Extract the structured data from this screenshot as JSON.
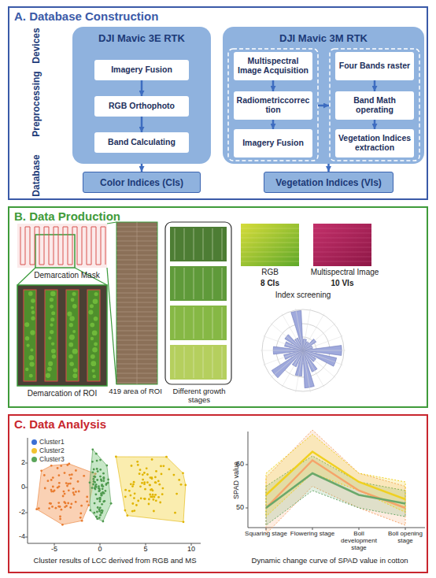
{
  "diagram": {
    "nodes": [
      {
        "text": [
          "A. Database Construction"
        ]
      },
      {
        "text": [
          "DJI Mavic 3E RTK"
        ],
        "in": 0
      },
      {
        "text": [
          "Imagery Fusion"
        ],
        "in": 1
      },
      {
        "text": [
          "RGB Orthophoto"
        ],
        "in": 1
      },
      {
        "text": [
          "Band Calculating"
        ],
        "in": 1
      },
      {
        "text": [
          "DJI Mavic 3M RTK"
        ],
        "in": 0
      },
      {
        "text": [
          "Multispectral Image Acquisition"
        ],
        "in": 5
      },
      {
        "text": [
          "Radiometriccorrection"
        ],
        "in": 5
      },
      {
        "text": [
          "Imagery Fusion"
        ],
        "in": 5
      },
      {
        "text": [
          "Four Bands raster"
        ],
        "in": 5
      },
      {
        "text": [
          "Band Math operating"
        ],
        "in": 5
      },
      {
        "text": [
          "Vegetation Indices extraction"
        ],
        "in": 5
      },
      {
        "text": [
          "Color Indices (CIs)"
        ],
        "in": 0
      },
      {
        "text": [
          "Vegetation Indices (VIs)"
        ],
        "in": 0
      },
      {
        "text": [
          "B. Data Production"
        ]
      },
      {
        "text": [
          "C. Data Analysis"
        ]
      }
    ],
    "edges": [
      {
        "from": 2,
        "to": 3,
        "arrow": "to"
      },
      {
        "from": 3,
        "to": 4,
        "arrow": "to"
      },
      {
        "from": 6,
        "to": 7,
        "arrow": "to"
      },
      {
        "from": 7,
        "to": 8,
        "arrow": "to"
      },
      {
        "from": 9,
        "to": 10,
        "arrow": "to"
      },
      {
        "from": 10,
        "to": 11,
        "arrow": "to"
      },
      {
        "from": 1,
        "to": 12,
        "arrow": "to"
      },
      {
        "from": 5,
        "to": 13,
        "arrow": "to"
      }
    ],
    "labels": [
      "Devices",
      "Preprocessing",
      "Database",
      "Demarcation Mask",
      "Demarcation of ROI",
      "419 area of ROI",
      "Different growth stages",
      "RGB",
      "Multispectral Image",
      "8 CIs",
      "10 VIs",
      "Index screening",
      "2",
      "0",
      "-2",
      "-4",
      "-5",
      "0",
      "5",
      "10",
      "Cluster results of LCC derived from RGB and MS",
      "SPAD value",
      "60",
      "50",
      "Squaring stage",
      "Flowering stage",
      "Boll development stage",
      "Boll opening stage",
      "Dynamic change curve of SPAD value in cotton"
    ],
    "legend": [
      {
        "text": "Cluster1",
        "color": "#3b6fd4"
      },
      {
        "text": "Cluster2",
        "color": "#f2c230"
      },
      {
        "text": "Cluster3",
        "color": "#5aa55a"
      }
    ]
  }
}
